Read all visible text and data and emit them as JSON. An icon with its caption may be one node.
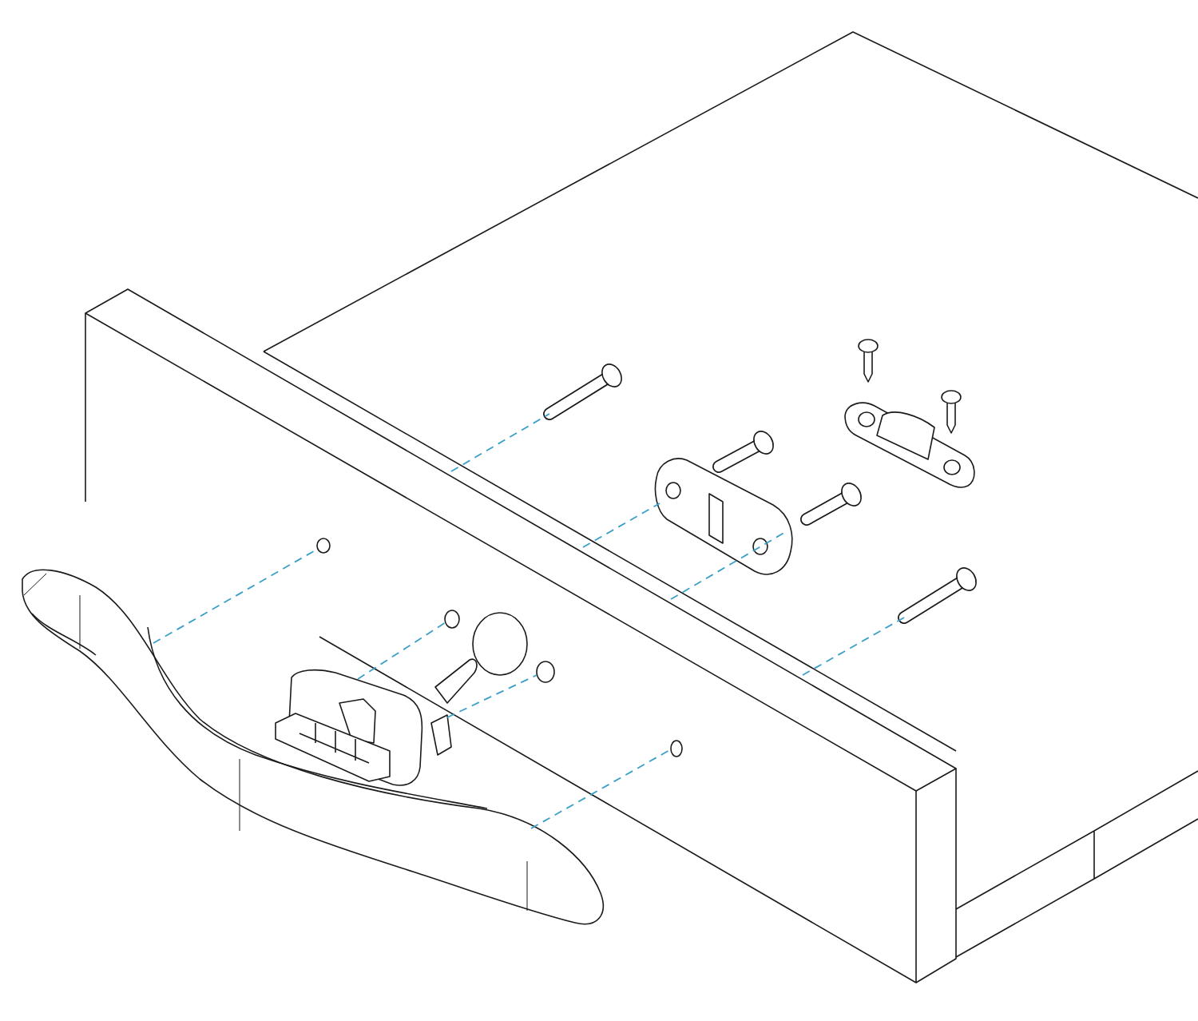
{
  "diagram": {
    "nodes": [
      {
        "text": [],
        "shape": "picture"
      },
      {
        "text": [],
        "shape": "circle"
      },
      {
        "text": [],
        "shape": "picture"
      },
      {
        "text": [],
        "shape": "circle"
      },
      {
        "text": [],
        "shape": "circle"
      },
      {
        "text": [],
        "shape": "circle"
      },
      {
        "text": [],
        "shape": "circle"
      },
      {
        "text": [],
        "shape": "picture"
      },
      {
        "text": [],
        "shape": "picture"
      },
      {
        "text": [],
        "shape": "picture"
      },
      {
        "text": [],
        "shape": "picture"
      },
      {
        "text": [],
        "shape": "picture"
      },
      {
        "text": [],
        "shape": "picture"
      },
      {
        "text": [],
        "shape": "picture"
      },
      {
        "text": [],
        "shape": "picture"
      }
    ],
    "edges": [
      {
        "from": 0,
        "to": 1,
        "arrow": "none",
        "style": "dashed"
      },
      {
        "from": 0,
        "to": 6,
        "arrow": "none",
        "style": "dashed"
      },
      {
        "from": 2,
        "to": 3,
        "arrow": "none",
        "style": "dashed"
      },
      {
        "from": 2,
        "to": 5,
        "arrow": "none",
        "style": "dashed"
      },
      {
        "from": null,
        "to": 7,
        "arrow": "none",
        "style": "dashed"
      },
      {
        "from": null,
        "to": 8,
        "arrow": "none",
        "style": "dashed"
      },
      {
        "from": null,
        "to": 8,
        "arrow": "none",
        "style": "dashed"
      },
      {
        "from": null,
        "to": 14,
        "arrow": "none",
        "style": "dashed"
      }
    ]
  }
}
